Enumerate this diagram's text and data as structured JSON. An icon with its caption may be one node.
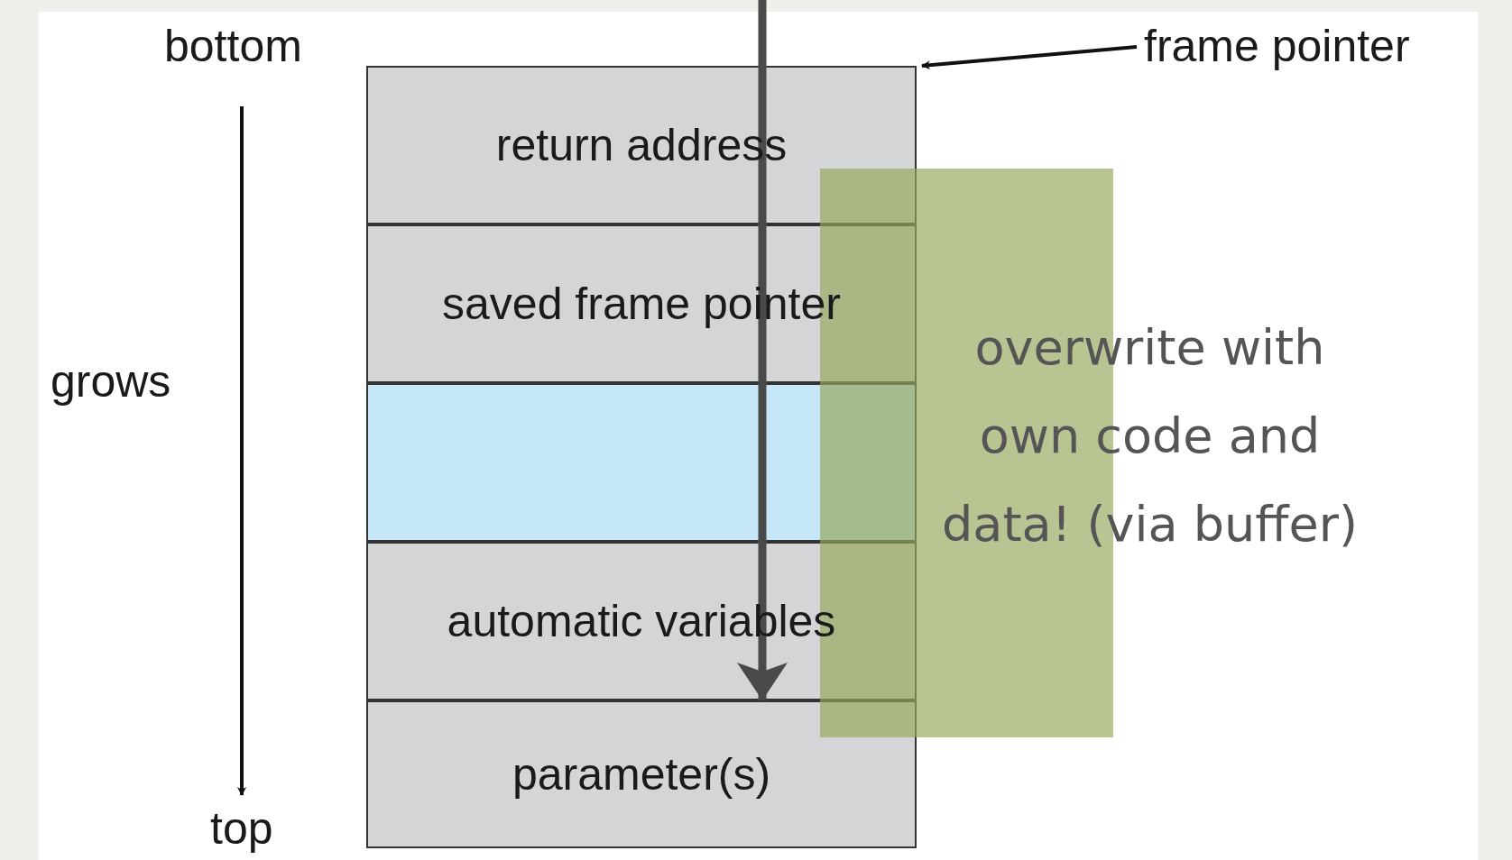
{
  "diagram": {
    "nodes": [
      {
        "text": [
          "return address"
        ]
      },
      {
        "text": [
          "saved frame pointer"
        ]
      },
      {
        "text": [],
        "shape": "box"
      },
      {
        "text": [
          "automatic variables"
        ]
      },
      {
        "text": [
          "parameter(s)"
        ]
      },
      {
        "text": [
          "frame pointer"
        ]
      },
      {
        "text": [
          "overwrite with own code and data! (via buffer)"
        ]
      }
    ],
    "edges": [
      {
        "from": 5,
        "to": 0,
        "arrow": "to"
      },
      {
        "from": null,
        "to": 4,
        "arrow": "to",
        "style": "thick",
        "color": "#4a4a4a"
      }
    ],
    "labels": [
      "bottom",
      "grows",
      "top"
    ]
  }
}
